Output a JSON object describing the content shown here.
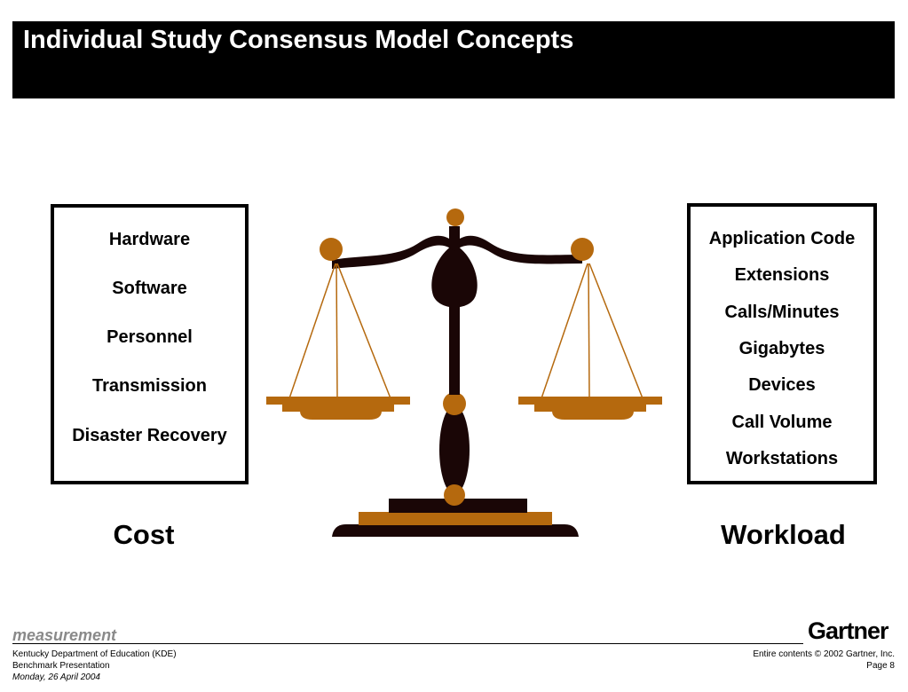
{
  "title": "Individual Study Consensus Model Concepts",
  "cost_box": {
    "items": [
      "Hardware",
      "Software",
      "Personnel",
      "Transmission",
      "Disaster Recovery"
    ]
  },
  "workload_box": {
    "items": [
      "Application Code",
      "Extensions",
      "Calls/Minutes",
      "Gigabytes",
      "Devices",
      "Call Volume",
      "Workstations"
    ]
  },
  "captions": {
    "cost": "Cost",
    "workload": "Workload"
  },
  "colors": {
    "scale_dark": "#1a0606",
    "scale_brass": "#b5690e"
  },
  "footer": {
    "section": "measurement",
    "brand": "Gartner",
    "client": "Kentucky Department of Education (KDE)",
    "presentation": "Benchmark Presentation",
    "date": "Monday, 26 April 2004",
    "copyright": "Entire contents © 2002 Gartner, Inc.",
    "page": "Page 8"
  }
}
